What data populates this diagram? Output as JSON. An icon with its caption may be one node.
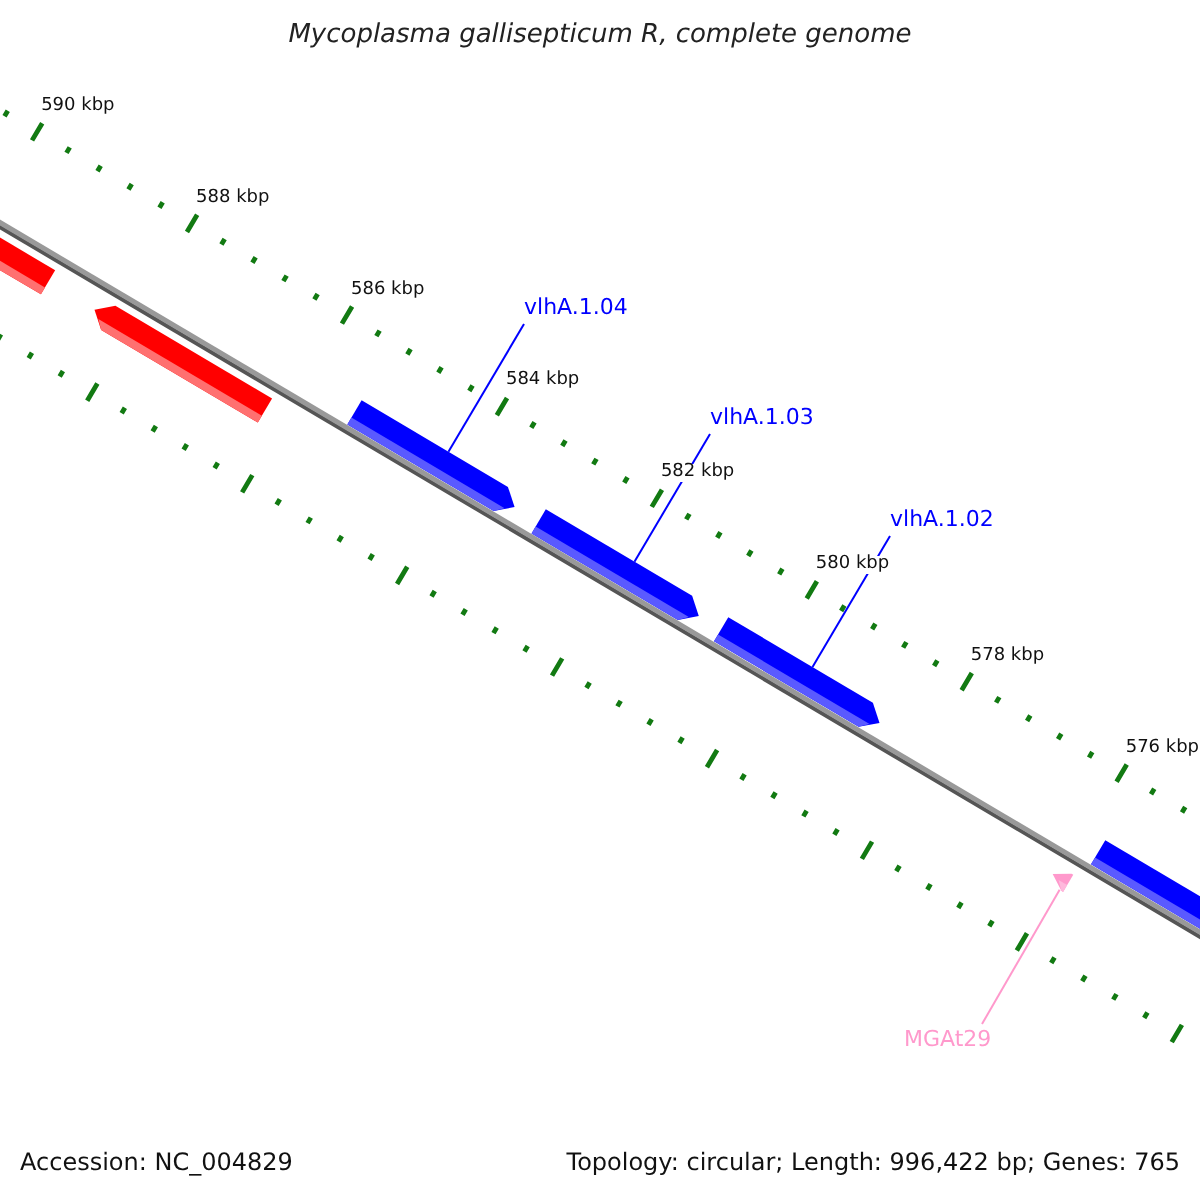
{
  "diagram": {
    "title": "Mycoplasma gallisepticum R, complete genome",
    "nodes": [
      {
        "text": [
          "vlhA.1.04"
        ]
      },
      {
        "text": [
          "vlhA.1.03"
        ]
      },
      {
        "text": [
          "vlhA.1.02"
        ]
      },
      {
        "text": [
          "MGAt29"
        ]
      },
      {
        "text": [],
        "shape": "arrow"
      },
      {
        "text": [],
        "shape": "arrow"
      },
      {
        "text": [],
        "shape": "arrow"
      },
      {
        "text": [],
        "shape": "arrow"
      },
      {
        "text": [],
        "shape": "arrow"
      },
      {
        "text": [],
        "shape": "arrow"
      },
      {
        "text": [],
        "shape": "arrow"
      }
    ],
    "edges": [
      {
        "from": 0,
        "to": 6,
        "arrow": "none"
      },
      {
        "from": 1,
        "to": 7,
        "arrow": "none"
      },
      {
        "from": 2,
        "to": 8,
        "arrow": "none"
      },
      {
        "from": 3,
        "to": 9,
        "arrow": "none",
        "color": "#ff99cc"
      }
    ],
    "labels": [
      "590 kbp",
      "588 kbp",
      "586 kbp",
      "584 kbp",
      "582 kbp",
      "580 kbp",
      "578 kbp",
      "576 kbp",
      "Accession: NC_004829",
      "Topology: circular; Length: 996,422 bp; Genes: 765"
    ]
  }
}
